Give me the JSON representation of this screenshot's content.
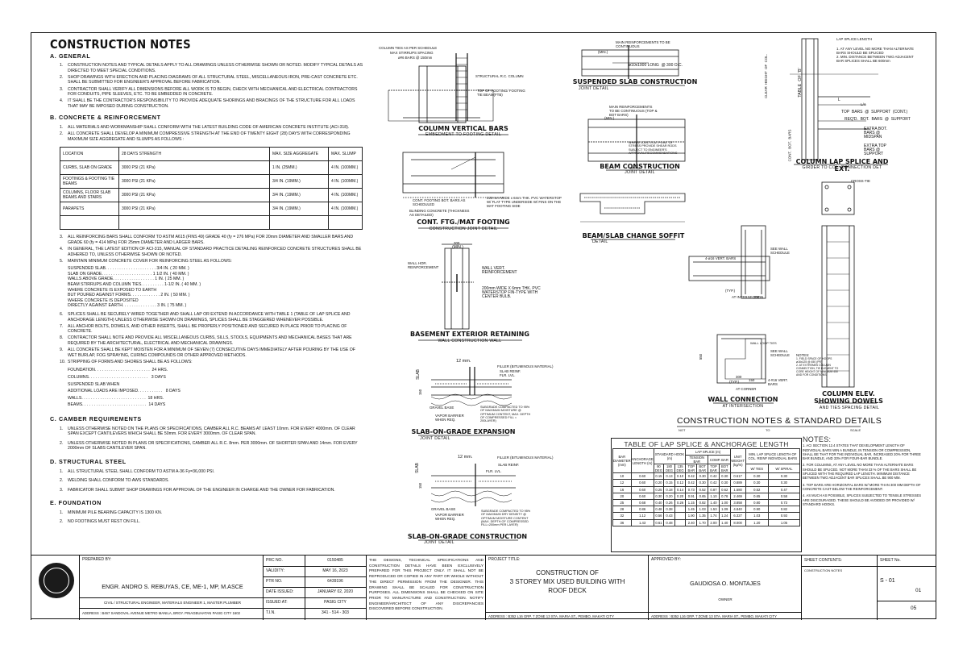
{
  "notes": {
    "title": "CONSTRUCTION NOTES",
    "general": {
      "heading": "A.  GENERAL",
      "items": [
        "CONSTRUCTION NOTES AND TYPICAL DETAILS APPLY TO ALL DRAWINGS UNLESS OTHERWISE SHOWN  OR NOTED. MODIFY TYPICAL DETAILS AS DIRECTED TO MEET SPECIAL CONDITIONS.",
        "SHOP DRAWINGS WITH ERECTION AND PLACING DIAGRAMS OF ALL STRUCTURAL STEEL, MISCELLANEOUS IRON, PRE-CAST CONCRETE ETC. SHALL BE SUBMITTED FOR ENGINEER'S APPROVAL BEFORE FABRICATION.",
        "CONTRACTOR SHALL VERIFY ALL DIMENSIONS BEFORE ALL WORK IS TO BEGIN, CHECK WITH MECHANICAL AND ELECTRICAL CONTRACTORS FOR CONDUITS, PIPE SLEEVES, ETC. TO BE EMBEDDED IN CONCRETE.",
        "IT SHALL BE THE CONTRACTOR'S RESPONSIBILITY TO PROVIDE ADEQUATE SHORINGS AND BRACINGS OF THE STRUCTURE FOR ALL LOADS THAT MAY BE IMPOSED DURING CONSTRUCTION."
      ]
    },
    "concrete": {
      "heading": "B.  CONCRETE & REINFORCEMENT",
      "items": [
        "ALL MATERIALS AND WORKMANSHIP SHALL CONFORM WITH THE LATEST BUILDING CODE OF AMERICAN CONCRETE INSTITUTE (ACI-318).",
        "ALL CONCRETE SHALL DEVELOP A MINIMUM COMPRESSIVE STRENGTH AT THE END OF TWENTY EIGHT (28) DAYS WITH CORRESPONDING MAXIMUM SIZE AGGREGATE AND SLUMPS AS FOLLOWS :"
      ],
      "table": {
        "headers": [
          "LOCATION",
          "28 DAYS STRENGTH",
          "MAX. SIZE AGGREGATE",
          "MAX. SLUMP"
        ],
        "rows": [
          [
            "CURBS, SLAB ON GRADE",
            "3000 PSI (21 KPa)",
            "1 IN. (25MM.)",
            "4 IN. (100MM.)"
          ],
          [
            "FOOTINGS & FOOTING TIE BEAMS",
            "3000 PSI (21 KPa)",
            "3/4 IN. (19MM.)",
            "4 IN. (100MM.)"
          ],
          [
            "COLUMNS, FLOOR SLAB BEAMS AND STAIRS",
            "3000 PSI (21 KPa)",
            "3/4 IN. (19MM.)",
            "4 IN. (100MM.)"
          ],
          [
            "PARAPETS",
            "3000 PSI (21 KPa)",
            "3/4 IN. (19MM.)",
            "4 IN. (100MM.)"
          ],
          [
            "",
            "",
            "",
            ""
          ]
        ]
      },
      "items2": [
        "ALL REINFORCING BARS SHALL CONFORM TO ASTM A615 (FINS 49) GRADE 40 (fy = 276 MPa) FOR 20mm DIAMETER AND SMALLER BARS AND GRADE 60 (fy = 414 MPa) FOR 25mm DIAMETER AND LARGER BARS.",
        "IN GENERAL, THE LATEST EDITION OF ACI-315, MANUAL OF STANDARD PRACTICE DETAILING REINFORCED CONCRETE STRUCTURES SHALL BE ADHERED TO, UNLESS OTHERWISE SHOWN OR NOTED.",
        "MAINTAIN MINIMUM CONCRETE COVER FOR REINFORCING STEEL AS FOLLOWS:"
      ],
      "cover": [
        "SUSPENDED SLAB. . . . . . . . . . . . . . . . . . . . . . 3/4 IN. ( 20 MM. )",
        "SLAB ON GRADE. . . . . . . . . . . . . . . . . . . . . . 1 1/2 IN. ( 40 MM. )",
        "WALLS ABOVE GRADE. . . . . . . . . . . . . . . . . . 1 IN. ( 25 MM. )",
        "BEAM STIRRUPS AND COLUMN TIES. . . . . . . . . . 1-1/2 IN. ( 40 MM. )",
        "WHERE CONCRETE IS EXPOSED TO EARTH",
        "BUT POURED AGAINST FORMS. . . . . . . . . . . . . 2 IN. ( 50 MM. )",
        "WHERE CONCRETE IS DEPOSITED",
        "DIRECTLY AGAINST EARTH. . . . . . . . . . . . . . . 3 IN. ( 75 MM. )"
      ],
      "items3": [
        "SPLICES SHALL BE SECURELY WIRED TOGETHER AND SHALL LAP OR EXTEND IN ACCORDANCE WITH TABLE 1 (TABLE OF LAP SPLICE AND ANCHORAGE LENGTH) UNLESS OTHERWISE SHOWN ON DRAWINGS, SPLICES SHALL BE STAGGERED WHENEVER POSSIBLE.",
        "ALL ANCHOR BOLTS, DOWELS, AND OTHER INSERTS, SHALL BE PROPERLY POSITIONED AND SECURED IN PLACE PRIOR TO PLACING OF CONCRETE.",
        "CONTRACTOR SHALL NOTE AND PROVIDE ALL MISCELLANEOUS CURBS, SILLS, STOOLS, EQUIPMENTS AND MECHANICAL BASES THAT ARE REQUIRED BY THE ARCHITECTURAL, ELECTRICAL AND MECHANICAL DRAWINGS.",
        "ALL CONCRETE SHALL BE KEPT MOISTEN FOR A MINIMUM OF SEVEN (7) CONSECUTIVE DAYS IMMEDIATELY AFTER POURING BY THE USE OF WET BURLAP, FOG SPRAYING, CURING COMPOUNDS OR OTHER APPROVED METHODS.",
        "STRIPPING OF FORMS AND SHORES SHALL BE AS FOLLOWS:"
      ],
      "stripping": [
        "FOUNDATION. . . . . . . . . . . . . . . . . . . . . . . .  24 HRS.",
        "COLUMNS. . . . . . . . . . . . . . . . . . . . . . . . . .   3 DAYS",
        "SUSPENDED SLAB WHEN",
        "ADDITIONAL LOADS ARE IMPOSED. . . . . . . . . . .   8 DAYS",
        "WALLS. . . . . . . . . . . . . . . . . . . . . . . . . . . .  18 HRS.",
        "BEAMS. . . . . . . . . . . . . . . . . . . . . . . . . . . .  14 DAYS"
      ]
    },
    "camber": {
      "heading": "C.  CAMBER REQUIREMENTS",
      "items": [
        "UNLESS OTHERWISE NOTED ON THE PLANS OR SPECIFICATIONS, CAMBER ALL R.C. BEAMS AT LEAST 10mm. FOR EVERY 4000mm. OF CLEAR SPAN EXCEPT CANTILEVERS WHICH SHALL BE 50mm. FOR EVERY 3000mm. OF CLEAR SPAN.",
        "UNLESS OTHERWISE NOTED IN PLANS OR SPECIFICATIONS, CAMBER ALL R.C. 8mm. PER 3000mm. OF SHORTER SPAN AND 14mm. FOR EVERY 2000mm OF SLABS CANTILEVER SPAN."
      ]
    },
    "steel": {
      "heading": "D.  STRUCTURAL STEEL",
      "items": [
        "ALL STRUCTURAL STEEL SHALL CONFORM TO ASTM A-36 Fy=36,000 PSI.",
        "WELDING SHALL CONFORM TO AWS STANDARDS.",
        "FABRICATOR SHALL SUBMIT SHOP DRAWINGS FOR APPROVAL OF THE ENGINEER IN CHARGE AND THE OWNER FOR FABRICATION."
      ]
    },
    "foundation": {
      "heading": "E.  FOUNDATION",
      "items": [
        "MINIMUM PILE BEARING CAPACITY IS 1300 KN.",
        "NO FOOTINGS MUST REST ON FILL."
      ]
    }
  },
  "details": {
    "column_vertical_bars": {
      "title": "COLUMN VERTICAL BARS",
      "sub": "EMBEDMENT TO FOOTING DETAIL",
      "labels": [
        "COLUMN TIES AS PER SCHEDULE",
        "MAX STIRRUPS SPACING",
        "ø#6 BARS @ 150mm",
        "STRUCTURAL R.C. COLUMN",
        "TOP OF FOOTING/ FOOTING TIE BEAM(FTB)"
      ]
    },
    "cont_ftg": {
      "title": "CONT. FTG./MAT FOOTING",
      "sub": "CONSTRUCTION JOINT DETAIL",
      "labels": [
        "225 mm WIDE x 6mm THK. PVC WATERSTOP W/ FLAT TYPE UNDERSIDE W/ FINS ON THE MAT FOOTING SIDE",
        "CONT. FOOTING BOT. BARS AS SCHEDULED",
        "BLINDING CONCRETE (THICKNESS AS DETAILED)"
      ]
    },
    "basement_wall": {
      "title": "BASEMENT EXTERIOR RETAINING",
      "sub": "WALL CONSTRUCTION WALL",
      "labels": [
        "WALL HOR. REINFORCEMENT",
        "WALL VERT. REINFORCEMENT",
        "200mm WIDE X 6mm THK. PVC WATERSTOP FIN-TYPE WITH CENTER BULB.",
        "(MIN.)",
        "300"
      ]
    },
    "sog_expansion": {
      "title": "SLAB-ON-GRADE EXPANSION",
      "sub": "JOINT DETAIL",
      "labels": [
        "12 mm.",
        "FILLER (BITUMINOUS MATERIAL)",
        "SLAB REINF.",
        "FLR. LVL.",
        "GRAVEL BASE",
        "VAPOR BARRIER WHEN REQ.",
        "SUBGRADE COMPACTED TO 95% OF MAXIMUM MOISTURE @ OPTIMUM CONTENT, MAX. DEPTH OF COMPRESSED FILL = 200LAYER)",
        "150",
        "SLAB"
      ]
    },
    "sog_construction": {
      "title": "SLAB-ON-GRADE CONSTRUCTION",
      "sub": "JOINT DETAIL",
      "labels": [
        "12 mm.",
        "FILLER (BITUMINOUS MATERIAL)",
        "SLAB REINF.",
        "FLR. LVL.",
        "GRAVEL BASE",
        "VAPOR BARRIER WHEN REQ.",
        "SUBGRADE COMPACTED TO 95% OF MAXIMUM DRY DENSITY @ OPTIMUM MOISTURE CONTENT (MAX. DEPTH OF COMPRESSED FILL=200mm PER LAYER)",
        "150",
        "SLAB"
      ]
    },
    "suspended_slab": {
      "title": "SUSPENDED SLAB CONSTRUCTION",
      "sub": "JOINT DETAIL",
      "labels": [
        "MAIN REINFORCEMENTS TO BE CONTINUOUS",
        "ø10x1000 LONG  @ 300 O.C.",
        "(MIN.)"
      ]
    },
    "beam_construction": {
      "title": "BEAM CONSTRUCTION",
      "sub": "JOINT DETAIL",
      "labels": [
        "MAIN REINFORCEMENTS TO BE CONTINUOUS (TOP & BOT BARS)",
        "WHERE JOINT IS AT POINT OF STRESS PROVIDE SHEAR RODS SUBJECT TO ENGINEER'S APPROVAL/RECOMMENDATIONS",
        "(MIN.)",
        "SPAN"
      ]
    },
    "beam_slab_soffit": {
      "title": "BEAM/SLAB CHANGE SOFFIT",
      "sub": "DETAIL"
    },
    "column_lap": {
      "title": "COLUMN LAP SPLICE AND EXT.",
      "sub": "GIRDER TO COL. CONNECTION DET",
      "labels": [
        "LAP SPLICE LENGTH",
        "1. AT ANY LEVEL NO MORE THAN  ALTERNATE BARS SHOULD BE SPLICED",
        "2. MIN. DISTANCE BETWEEN TWO  ADJACENT BAR SPLICES SHALL BE 600mm",
        "L/4",
        "TOP  BARS  @  SUPPORT  (CONT.)",
        "REQ'D.  BOT.  BARS  @  SUPPORT",
        "EXTRA  BOT.  BARS  @  MIDSPAN",
        "EXTRA  TOP  BARS  @  SUPPORT",
        "CLEAR  HEIGHT  OF  COL.",
        "TABLE  OF  'B'",
        "L",
        "CONT.  BOT.  BARS"
      ]
    },
    "wall_connection": {
      "title": "WALL CONNECTION",
      "sub": "AT INTERSECTION",
      "labels": [
        "SEE WALL SCHEDULE",
        "4-ø16 VERT. BARS",
        "(TYP.)",
        "AT INTERSECTION",
        "300",
        "SEE WALL SCHEDULE",
        "WALL LOOP TIES",
        "300",
        "(TYP.)",
        "AT CORNER",
        "4-#16 VERT. BARS",
        "550",
        "150"
      ]
    },
    "column_elev": {
      "title": "COLUMN ELEV.",
      "title2": "SHOWING DOWELS",
      "sub": "AND TIES SPACING DETAIL",
      "labels": [
        "CROSS-TIE",
        "NOTES:",
        "1. FIELD SPACE OF HOOPS ø16x125 @ 450 (PR)",
        "2. AT EXTREMES COLUMN CONNECTION, TIE ELEMENT TO CORE HEIGHT OF MINIMUM 450 AND FOR CONDITIONS"
      ]
    }
  },
  "standard": {
    "title": "CONSTRUCTION NOTES & STANDARD DETAILS",
    "not": "NOT",
    "to": "TO",
    "scale": "SCALE"
  },
  "lap_table": {
    "title": "TABLE OF LAP SPLICE & ANCHORAGE LENGTH",
    "headers": {
      "bar": "BAR DIAMETER (mm)",
      "anchorage": "ANCHORAGE LENGTH (m)",
      "hook": "STANDARD HOOK (m)",
      "lap": "LAP SPLICE (m)",
      "tension": "TENSION BAR",
      "comp": "COMP. BAR",
      "unit": "UNIT WEIGHT (kg/m)",
      "min_lap": "MIN. LAP SPLICE LENGTH OF COL. REINF INDIVIDUAL BARS",
      "h90": "90 DEG",
      "h180": "180 DEG",
      "h135": "135 DEG",
      "top": "TOP BAR",
      "bot": "BOT BAR",
      "top2": "TOP BAR",
      "bot2": "BOT BAR",
      "wties": "W/ TIES",
      "wspiral": "W/ SPIRAL"
    },
    "rows": [
      [
        "10",
        "0.60",
        "0.15",
        "0.13",
        "0.10",
        "0.42",
        "0.30",
        "0.42",
        "0.30",
        "0.617",
        "0.30",
        "0.30"
      ],
      [
        "12",
        "0.60",
        "0.20",
        "0.15",
        "0.12",
        "0.42",
        "0.30",
        "0.42",
        "0.30",
        "0.889",
        "0.30",
        "0.30"
      ],
      [
        "16",
        "0.60",
        "0.25",
        "0.18",
        "0.14",
        "0.73",
        "0.52",
        "0.87",
        "0.62",
        "1.580",
        "0.52",
        "0.47"
      ],
      [
        "20",
        "0.60",
        "0.30",
        "0.20",
        "0.20",
        "0.91",
        "0.65",
        "1.10",
        "0.78",
        "2.469",
        "0.65",
        "0.58"
      ],
      [
        "25",
        "0.68",
        "0.40",
        "0.26",
        "0.26",
        "1.15",
        "0.82",
        "1.40",
        "1.00",
        "3.858",
        "0.80",
        "0.73"
      ],
      [
        "28",
        "0.86",
        "0.48",
        "0.38",
        "",
        "1.45",
        "1.03",
        "1.53",
        "1.09",
        "4.840",
        "0.90",
        "0.82"
      ],
      [
        "32",
        "1.12",
        "0.56",
        "0.43",
        "",
        "1.90",
        "1.35",
        "1.74",
        "1.24",
        "6.327",
        "1.03",
        "0.93"
      ],
      [
        "36",
        "1.43",
        "0.61",
        "0.48",
        "",
        "2.40",
        "1.70",
        "2.00",
        "1.40",
        "8.000",
        "1.20",
        "1.05"
      ]
    ],
    "notes_heading": "NOTES:",
    "notes": [
      "1. ACI SECTION 12.4 STATES THAT DEVELOPMENT LENGTH OF INDIVIDUAL BARS WIN A BUNDLE, IN TENSION OR COMPRESSION, SHALL BE THAT FOR THE INDIVIDUAL BAR, INCREASED 20% FOR THREE BAR BUNDLE, AND 33% FOR FOUR-BAR BUNDLE.",
      "2. FOR COLUMNS, AT ANY LEVEL NO MORE THAN ALTERNATE BARS SHOULD BE SPLICED. NOT MORE THAN 33 % OF THE BARS SHALL BE SPLICED WITH THE REQUIRED LAP LENGTH. MINIMUM DISTANCE BETWEEN TWO ADJACENT BAR SPLICES SHALL BE 900 MM.",
      "3. TOP BARS ARE HORIZONTAL BARS W/ MORE THAN 300 MM DEPTH OF CONCRETE CAST BELOW THE REINFORCEMENT.",
      "4. AS MUCH AS POSSIBLE, SPLICES SUBJECTED TO TENSILE STRESSES ARE DISCOURAGED. THESE SHOULD BE AVOIDED OR PROVIDED W/ STANDARD HOOKS."
    ]
  },
  "title_block": {
    "prepared_by_label": "PREPARED BY:",
    "engineer": "ENGR. ANDRO S. REBUYAS, CE, ME-1, MP, M.ASCE",
    "engineer_role": "CIVIL / STRUCTURAL ENGINEER, MATERIALS ENGINEER 1, MASTER PLUMBER",
    "engineer_address": "ADDRESS : B467 SANDOVAL AVENUE METRO MANILA, BRGY. PINAGBUHATAN PASIG CITY 1602",
    "prc_label": "PRC NO.",
    "prc": "0150485",
    "validity_label": "VALIDITY:",
    "validity": "MAY 16, 2023",
    "ptr_label": "PTR NO.",
    "ptr": "6439196",
    "date_label": "DATE ISSUED:",
    "date": "JANUARY 02, 2020",
    "issued_label": "ISSUED AT:",
    "issued": "PASIG CITY",
    "tin_label": "T.I.N.",
    "tin": "341 - 514 - 303",
    "disclaimer": "THE DESIGNS, TECHNICAL SPECIFICATIONS AND CONSTRUCTION DETAILS HAVE BEEN EXCLUSIVELY PREPARED FOR THIS PROJECT ONLY. IT SHALL NOT BE REPRODUCED OR COPIED IN ANY PART OR WHOLE WITHOUT THE DIRECT PERMISSION FROM THE DESIGNER. THIS DRAWING SHALL BE SCALED FOR CONSTRUCTION PURPOSES. ALL DIMENSIONS SHALL BE CHECKED ON SITE PRIOR TO MANUFACTURE AND CONSTRUCTION. NOTIFY ENGINEER/ARCHITECT OF ANY DISCREPANCIES DISCOVERED BEFORE CONSTRUCTION.",
    "project_label": "PROJECT TITLE:",
    "project_line1": "CONSTRUCTION OF",
    "project_line2": "3 STOREY MIX USED BUILDING WITH",
    "project_line3": "ROOF DECK",
    "project_address": "ADDRESS : B352 L16 GRP. 7 ZONE 13 STA. MARIA ST., PEMBO, MAKATI CITY",
    "approved_label": "APPROVED BY:",
    "owner_name": "GAUDIOSA O. MONTAJES",
    "owner_label": "OWNER",
    "owner_address": "ADDRESS : B352 L16 GRP. 7 ZONE 13 STA. MARIA ST., PEMBO, MAKATI CITY",
    "sheet_contents_label": "SHEET CONTENTS:",
    "sheet_contents": "CONSTRUCTION NOTES",
    "sheet_no_label": "SHEET No.",
    "sheet_no": "S - 01",
    "sheet_of_top": "01",
    "sheet_of_bottom": "05"
  }
}
